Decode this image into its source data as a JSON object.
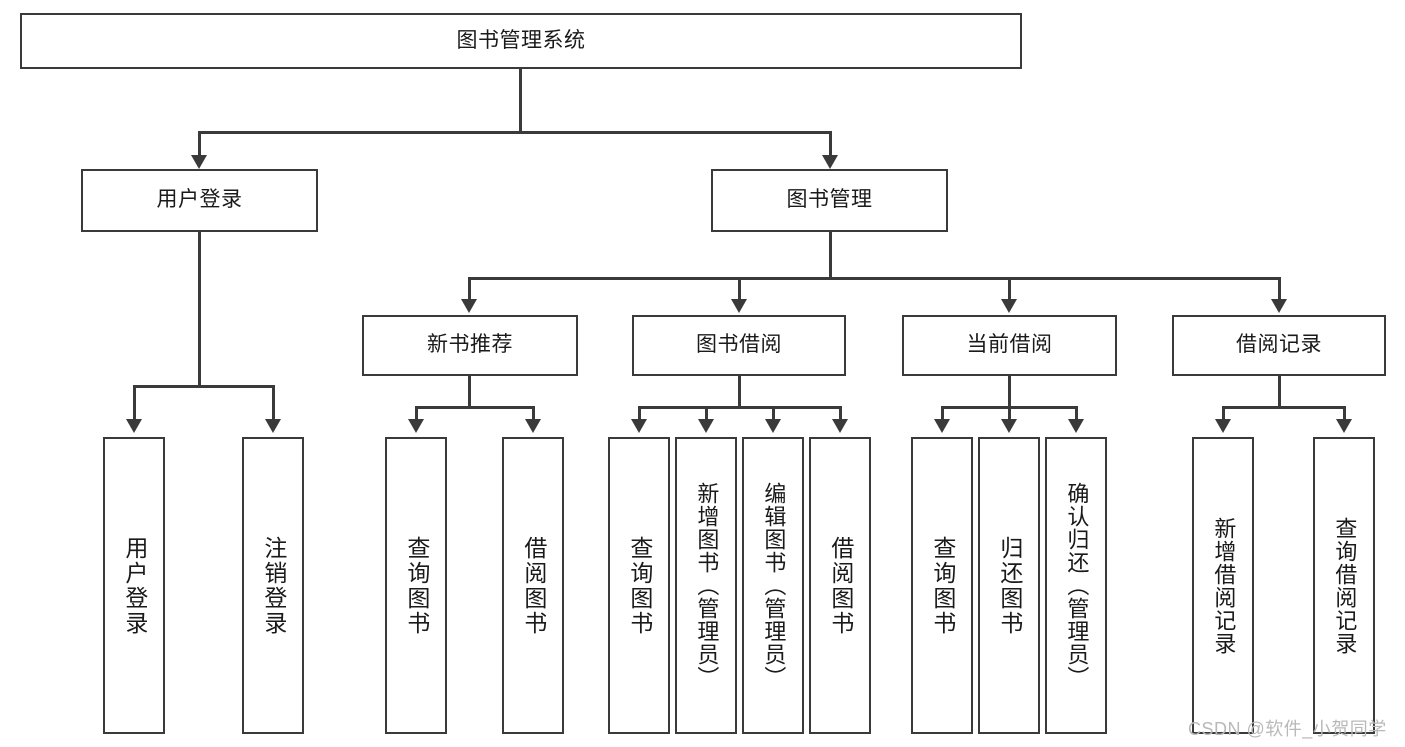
{
  "diagram": {
    "type": "tree-hierarchy",
    "title": "图书管理系统",
    "root": {
      "label": "图书管理系统"
    },
    "level1": [
      {
        "label": "用户登录"
      },
      {
        "label": "图书管理"
      }
    ],
    "level2": [
      {
        "label": "新书推荐"
      },
      {
        "label": "图书借阅"
      },
      {
        "label": "当前借阅"
      },
      {
        "label": "借阅记录"
      }
    ],
    "leaves": [
      {
        "label": "用户登录",
        "parent": "用户登录"
      },
      {
        "label": "注销登录",
        "parent": "用户登录"
      },
      {
        "label": "查询图书",
        "parent": "新书推荐"
      },
      {
        "label": "借阅图书",
        "parent": "新书推荐"
      },
      {
        "label": "查询图书",
        "parent": "图书借阅"
      },
      {
        "label": "新增图书（管理员）",
        "parent": "图书借阅"
      },
      {
        "label": "编辑图书（管理员）",
        "parent": "图书借阅"
      },
      {
        "label": "借阅图书",
        "parent": "图书借阅"
      },
      {
        "label": "查询图书",
        "parent": "当前借阅"
      },
      {
        "label": "归还图书",
        "parent": "当前借阅"
      },
      {
        "label": "确认归还（管理员）",
        "parent": "当前借阅"
      },
      {
        "label": "新增借阅记录",
        "parent": "借阅记录"
      },
      {
        "label": "查询借阅记录",
        "parent": "借阅记录"
      }
    ]
  },
  "watermark": {
    "text": "CSDN @软件_小贺同学"
  },
  "colors": {
    "stroke": "#3a3a3a",
    "text": "#1a1a1a",
    "background": "#ffffff",
    "watermark": "#b9b9b9"
  }
}
